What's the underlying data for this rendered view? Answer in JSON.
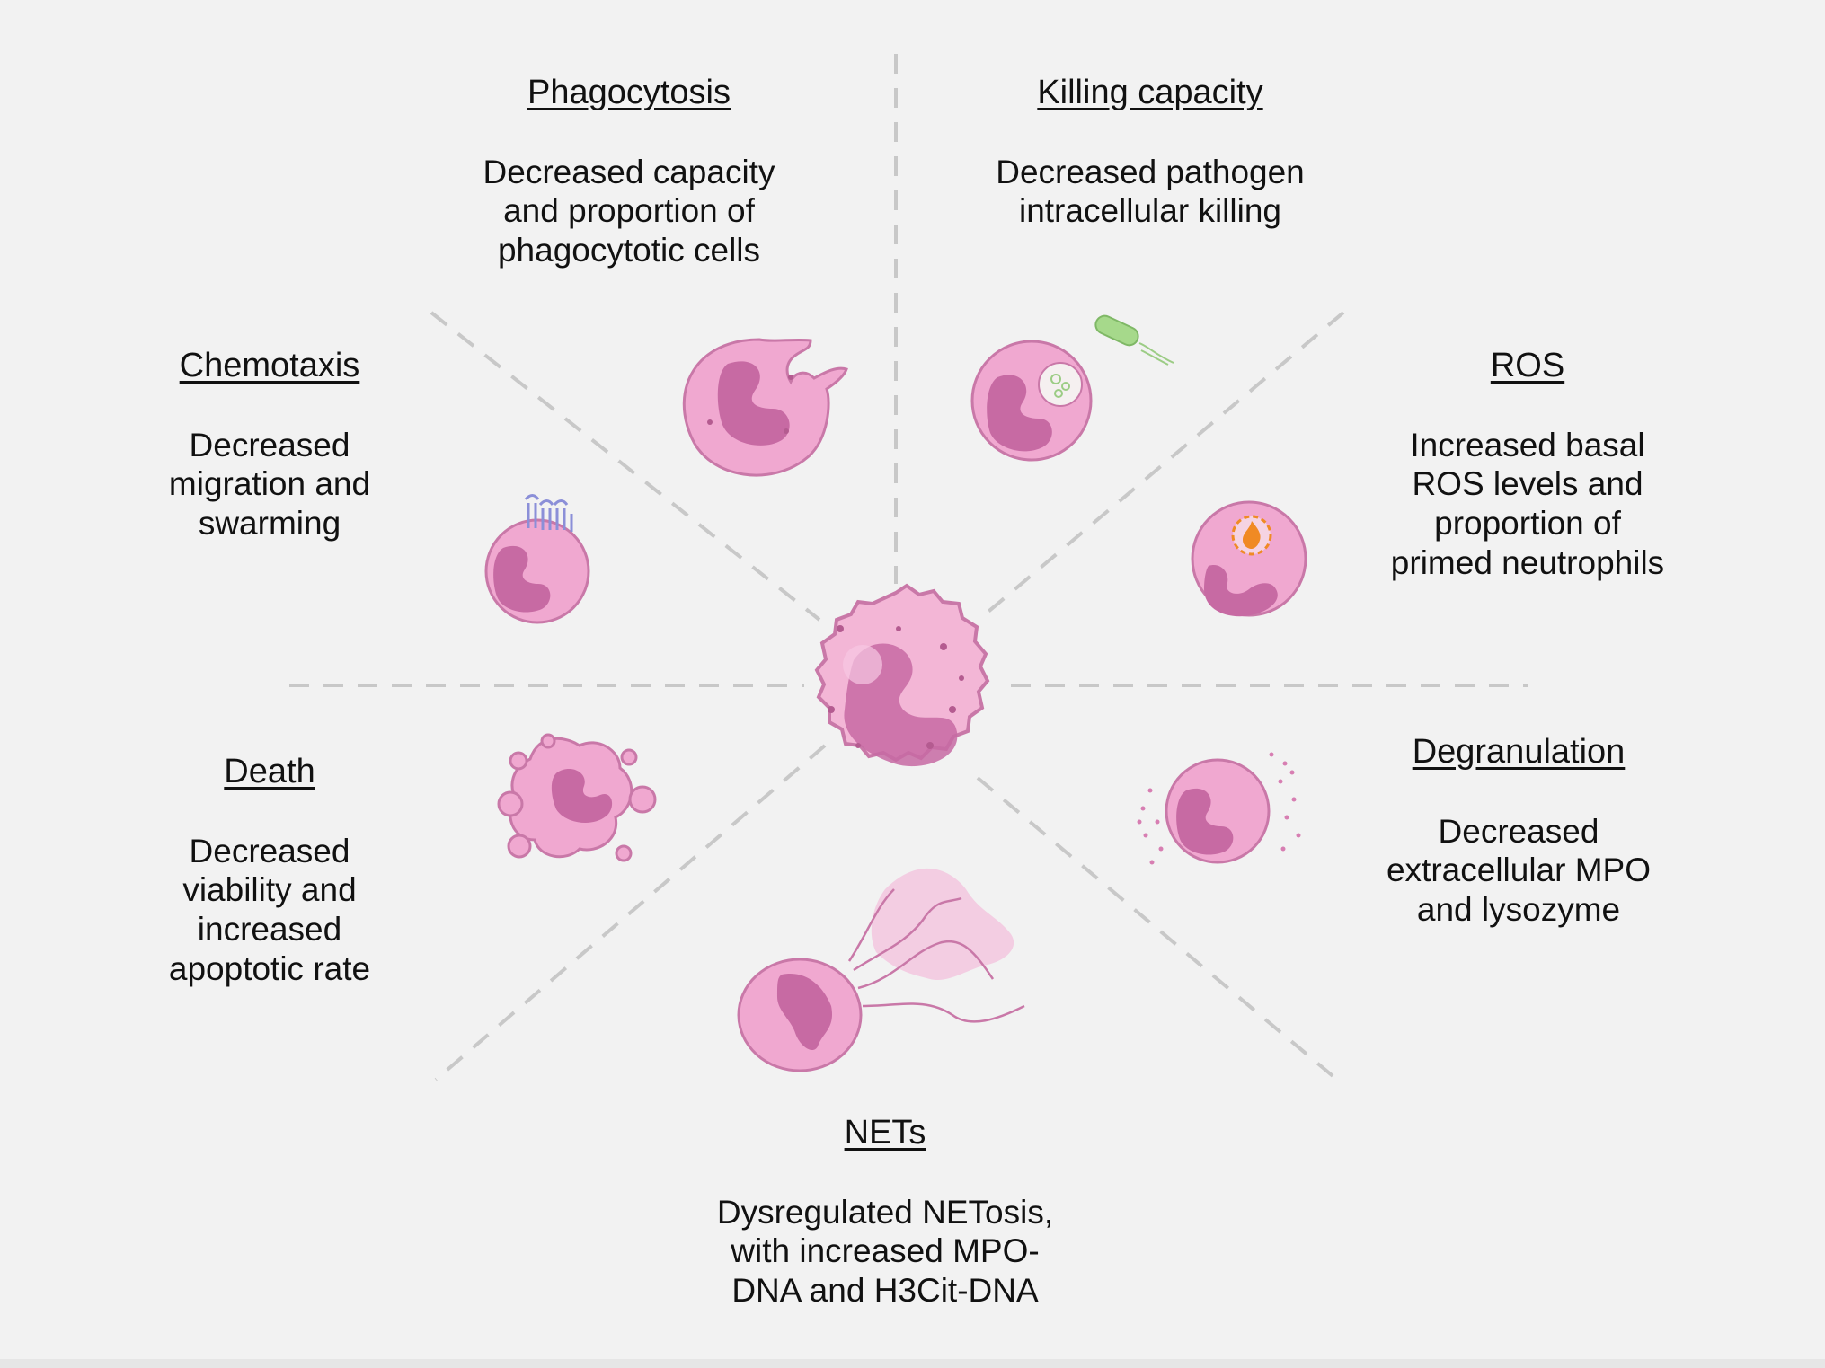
{
  "sections": {
    "phagocytosis": {
      "title": "Phagocytosis",
      "text": "Decreased capacity\nand proportion of\nphagocytotic cells"
    },
    "killing": {
      "title": "Killing capacity",
      "text": "Decreased pathogen\nintracellular killing"
    },
    "chemotaxis": {
      "title": "Chemotaxis",
      "text": "Decreased\nmigration and\nswarming"
    },
    "ros": {
      "title": "ROS",
      "text": "Increased basal\nROS levels and\nproportion of\nprimed neutrophils"
    },
    "death": {
      "title": "Death",
      "text": "Decreased\nviability and\nincreased\napoptotic rate"
    },
    "degranulation": {
      "title": "Degranulation",
      "text": "Decreased\nextracellular MPO\nand lysozyme"
    },
    "nets": {
      "title": "NETs",
      "text": "Dysregulated NETosis,\nwith increased MPO-\nDNA and H3Cit-DNA"
    }
  },
  "colors": {
    "background": "#f2f2f2",
    "divider": "#c8c8c8",
    "cell_fill": "#f0a8d0",
    "cell_outline": "#c978a8",
    "nucleus": "#c76aa3",
    "granule": "#b45b90",
    "bacterium": "#a6d98b",
    "ros_flame": "#f08a24"
  }
}
